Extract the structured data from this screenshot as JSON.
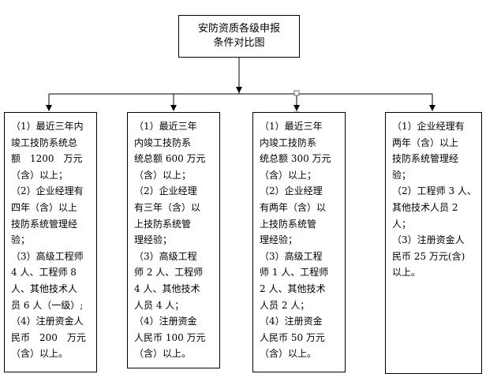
{
  "title": {
    "lines": [
      "安防资质各级申报",
      "条件对比图"
    ]
  },
  "boxes": [
    {
      "lines": [
        "（1）最近三年内",
        "竣工技防系统总",
        "额　1200　万元",
        "（含）以上；",
        "（2）企业经理有",
        "四年（含）以上",
        "技防系统管理经",
        "验；",
        "（3）高级工程师",
        "4 人、工程师 8",
        "人、其他技术人",
        "员 6 人（一级）;",
        "（4）注册资金人",
        "民币　200　万元",
        "（含）以上。"
      ]
    },
    {
      "lines": [
        "（1）最近三年",
        "内竣工技防系",
        "统总额 600 万元",
        "（含）以上；",
        "（2）企业经理",
        "有三年（含）以",
        "上技防系统管",
        "理经验；",
        "（3）高级工程",
        "师 2 人、工程师",
        "4 人、其他技术",
        "人员 4 人；",
        "（4）注册资金",
        "人民币 100 万元",
        "（含）以上。"
      ]
    },
    {
      "lines": [
        "（1）最近三年",
        "内竣工技防系",
        "统总额 300 万元",
        "（含）以上；",
        "（2）企业经理",
        "有两年（含）以",
        "上技防系统管",
        "理经验；",
        "（3）高级工程",
        "师 1 人、工程师",
        "2 人、其他技术",
        "人员 2 人；",
        "（4）注册资金",
        "人民币 50 万元",
        "（含）以上。"
      ]
    },
    {
      "lines": [
        "（1）企业经理有",
        "两年（含）以上",
        "技防系统管理经",
        "验；",
        "（2）工程师 3 人、",
        "其他技术人员 2",
        "人；",
        "（3）注册资金人",
        "民币 25 万元(含)",
        "以上。"
      ]
    }
  ]
}
